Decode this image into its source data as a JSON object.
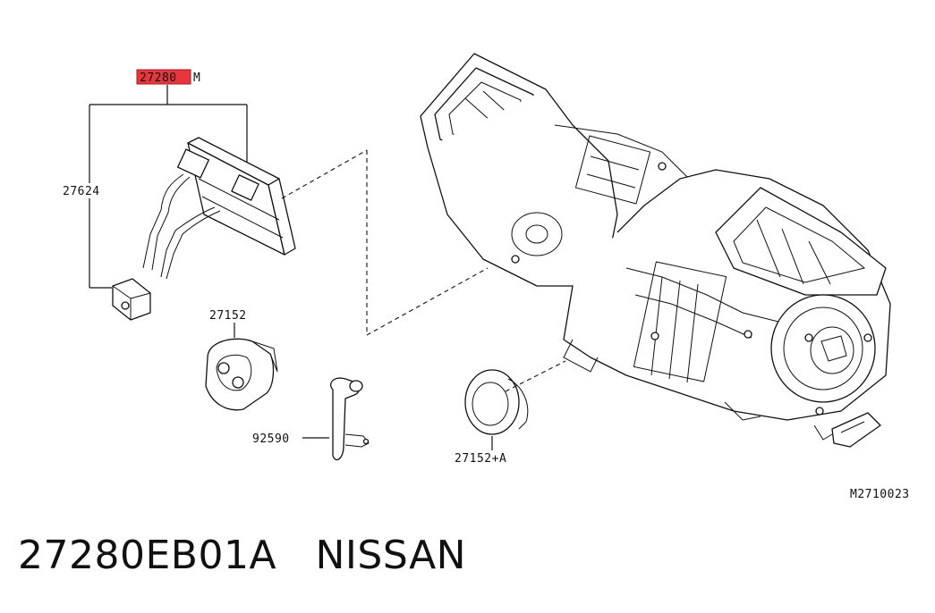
{
  "highlight_color": "#e8363d",
  "callouts": {
    "assembly_code": "27280",
    "assembly_suffix": "M",
    "evaporator": "27624",
    "seal_upper": "27152",
    "seal_lower": "27152+A",
    "drain_hose": "92590",
    "diagram_id": "M2710023"
  },
  "caption": {
    "part_number": "27280EB01A",
    "brand": "NISSAN"
  }
}
